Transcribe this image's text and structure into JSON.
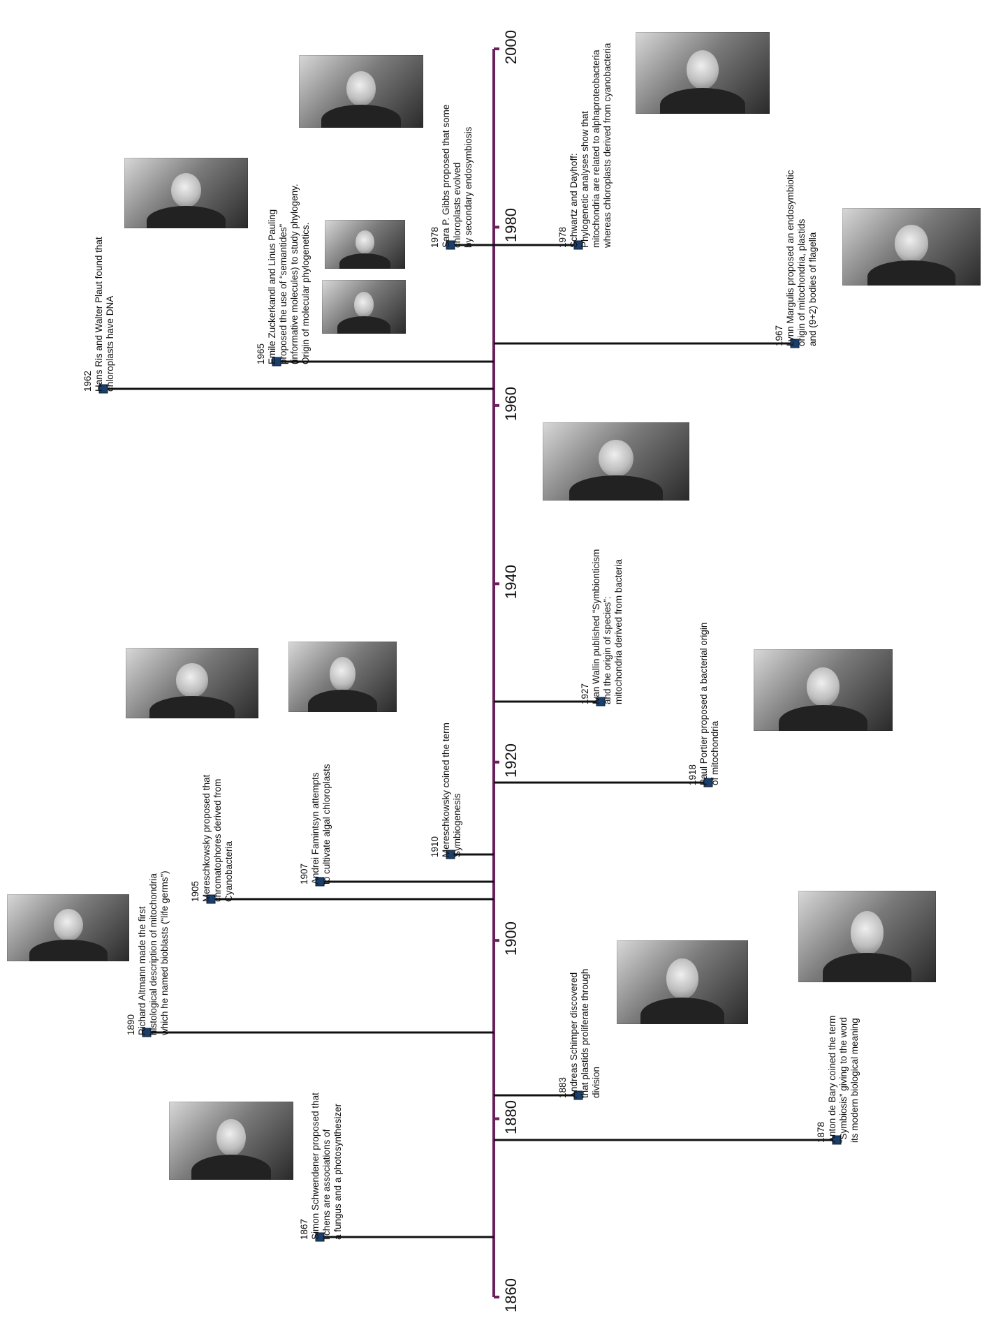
{
  "colors": {
    "axis": "#6b1f5c",
    "connector": "#111111",
    "marker": "#1a3f6b",
    "text": "#111111"
  },
  "axis": {
    "ticks": [
      "1860",
      "1880",
      "1900",
      "1920",
      "1940",
      "1960",
      "1980",
      "2000"
    ],
    "range": [
      1860,
      2000
    ]
  },
  "events": [
    {
      "year": "1867",
      "lines": [
        "Simon Schwendener proposed that",
        "lichens are associations of",
        "a fungus and a photosynthesizer"
      ],
      "side": "left"
    },
    {
      "year": "1878",
      "lines": [
        "Anton de Bary coined the term",
        "“Symbiosis” giving to the word",
        "its modern biological meaning"
      ],
      "side": "right"
    },
    {
      "year": "1883",
      "lines": [
        "Andreas Schimper discovered",
        "that plastids proliferate through",
        "division"
      ],
      "side": "right"
    },
    {
      "year": "1890",
      "lines": [
        "Richard Altmann made the first",
        "histological description of mitochondria",
        "which he named bioblasts (“life germs”)"
      ],
      "side": "left"
    },
    {
      "year": "1905",
      "lines": [
        "Mereschkowsky proposed that",
        "chromatophores derived from",
        "Cyanobacteria"
      ],
      "side": "left"
    },
    {
      "year": "1907",
      "lines": [
        "Andrei Famintsyn attempts",
        "to cultivate algal chloroplasts"
      ],
      "side": "left"
    },
    {
      "year": "1910",
      "lines": [
        "Mereschkowsky coined the term",
        "Symbiogenesis"
      ],
      "side": "left"
    },
    {
      "year": "1918",
      "lines": [
        "Paul Portier proposed a bacterial origin",
        "of mitochondria"
      ],
      "side": "right"
    },
    {
      "year": "1927",
      "lines": [
        "Ivan Wallin published “Symbionticism",
        "and the origin of species”:",
        "mitochondria derived from bacteria"
      ],
      "side": "right"
    },
    {
      "year": "1962",
      "lines": [
        "Hans Ris and Walter Plaut found that",
        "chloroplasts have DNA"
      ],
      "side": "left"
    },
    {
      "year": "1965",
      "lines": [
        "Emile Zuckerkandl and Linus Pauling",
        "proposed the use of “semantides”",
        "(informative molecules) to study phylogeny.",
        "Origin of molecular phylogenetics."
      ],
      "side": "left"
    },
    {
      "year": "1967",
      "lines": [
        "Lynn Margulis proposed an endosymbiotic",
        "origin of mitochondria, plastids",
        "and (9+2) bodies of flagella"
      ],
      "side": "right"
    },
    {
      "year": "1978",
      "lines": [
        "Sara P. Gibbs proposed that some",
        "chloroplasts evolved",
        "by secondary endosymbiosis"
      ],
      "side": "left"
    },
    {
      "year": "1978",
      "lines": [
        "Schwartz and Dayhoff:",
        "Phylogenetic analyses show that",
        "mitochondria are related to alphaproteobacteria",
        "whereas chloroplasts derived from cyanobacteria"
      ],
      "side": "right"
    }
  ],
  "photos": [
    {
      "name": "schwendener-photo"
    },
    {
      "name": "de-bary-photo"
    },
    {
      "name": "schimper-photo"
    },
    {
      "name": "altmann-photo"
    },
    {
      "name": "mereschkowsky-photo"
    },
    {
      "name": "famintsyn-photo"
    },
    {
      "name": "portier-photo"
    },
    {
      "name": "wallin-photo"
    },
    {
      "name": "ris-photo"
    },
    {
      "name": "zuckerkandl-photo"
    },
    {
      "name": "pauling-photo"
    },
    {
      "name": "margulis-photo"
    },
    {
      "name": "gibbs-photo"
    },
    {
      "name": "dayhoff-photo"
    }
  ]
}
